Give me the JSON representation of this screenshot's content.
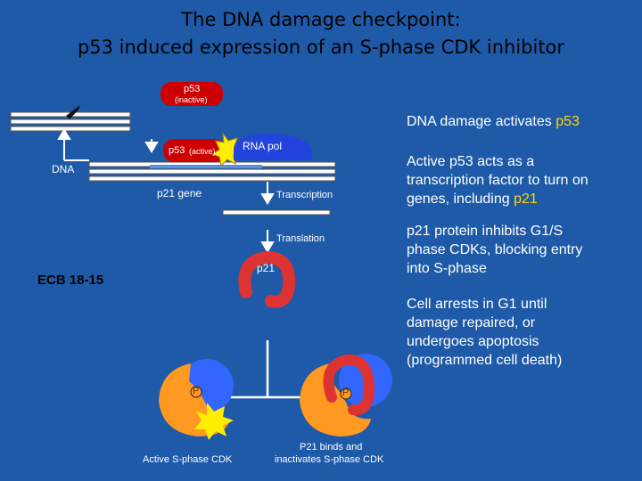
{
  "title": {
    "line1": "The DNA damage checkpoint:",
    "line2": "p53 induced expression of an S-phase CDK inhibitor"
  },
  "diagram": {
    "p53_inactive_name": "p53",
    "p53_inactive_state": "(inactive)",
    "p53_active_name": "p53",
    "p53_active_state": "(active)",
    "rna_pol": "RNA pol",
    "dna": "DNA",
    "gene": "p21 gene",
    "transcription": "Transcription",
    "translation": "Translation",
    "protein": "p21",
    "phosphate_left": "P",
    "phosphate_right": "P",
    "active_cdk_caption": "Active S-phase CDK",
    "inactive_cdk_caption_1": "P21 binds and",
    "inactive_cdk_caption_2": "inactivates S-phase CDK",
    "figure_id": "ECB 18-15"
  },
  "notes": {
    "n1_prefix": "DNA damage activates ",
    "n1_highlight": "p53",
    "n2_l1": "Active p53 acts as a",
    "n2_l2": "transcription factor to turn on",
    "n2_l3_prefix": "genes, including  ",
    "n2_l3_highlight": "p21",
    "n3_l1": "p21 protein inhibits G1/S",
    "n3_l2": "phase CDKs, blocking entry",
    "n3_l3": "into S-phase",
    "n4_l1": "Cell arrests in G1 until",
    "n4_l2": "damage repaired, or",
    "n4_l3": "undergoes apoptosis",
    "n4_l4": "(programmed cell death)"
  },
  "colors": {
    "background": "#1e5aa8",
    "p53_fill": "#cc0000",
    "highlight_text": "#ffd700",
    "p21_protein": "#dd3333",
    "cdk_orange": "#ff9922",
    "cyclin_blue": "#3366ff",
    "burst_yellow": "#ffee00"
  }
}
